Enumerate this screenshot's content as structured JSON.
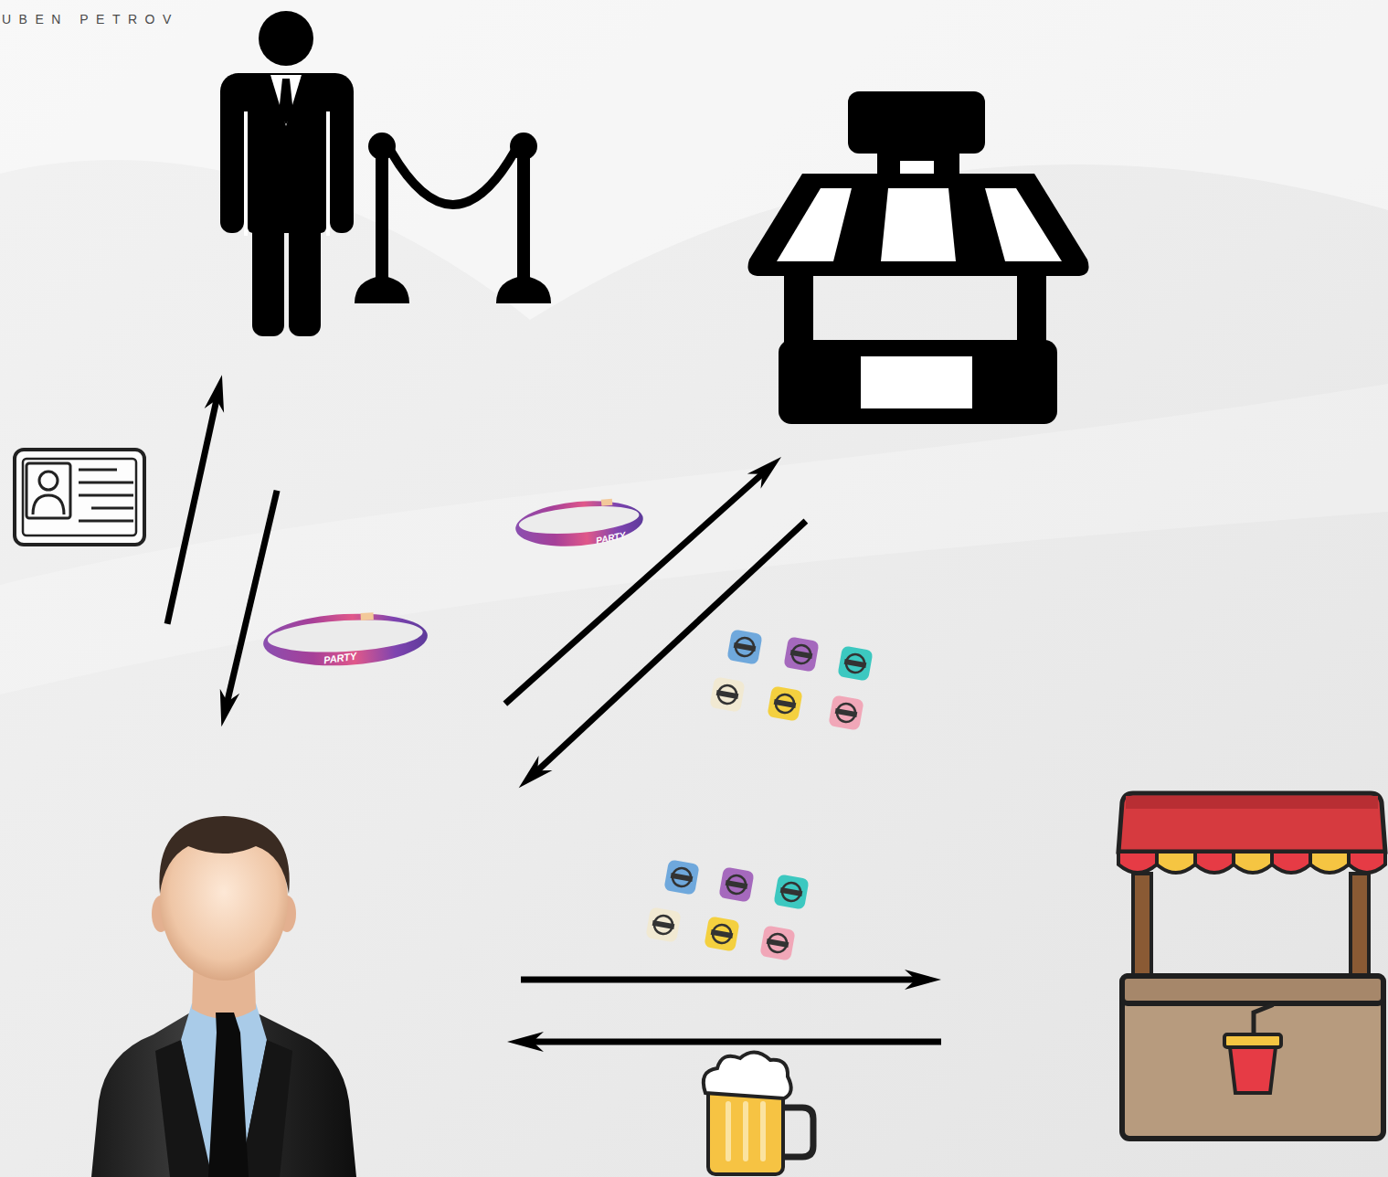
{
  "diagram": {
    "nodes": [
      {
        "text": []
      },
      {
        "text": []
      },
      {
        "text": []
      },
      {
        "text": []
      }
    ],
    "edges": [
      {
        "from": 2,
        "to": 0,
        "arrow": "to"
      },
      {
        "from": 0,
        "to": 2,
        "arrow": "to",
        "label": "PARTY"
      },
      {
        "from": 2,
        "to": 1,
        "arrow": "to",
        "label": "PARTY"
      },
      {
        "from": 1,
        "to": 2,
        "arrow": "to"
      },
      {
        "from": 2,
        "to": 3,
        "arrow": "to"
      },
      {
        "from": 3,
        "to": 2,
        "arrow": "to"
      }
    ],
    "labels": [
      "UBEN PETROV"
    ]
  }
}
